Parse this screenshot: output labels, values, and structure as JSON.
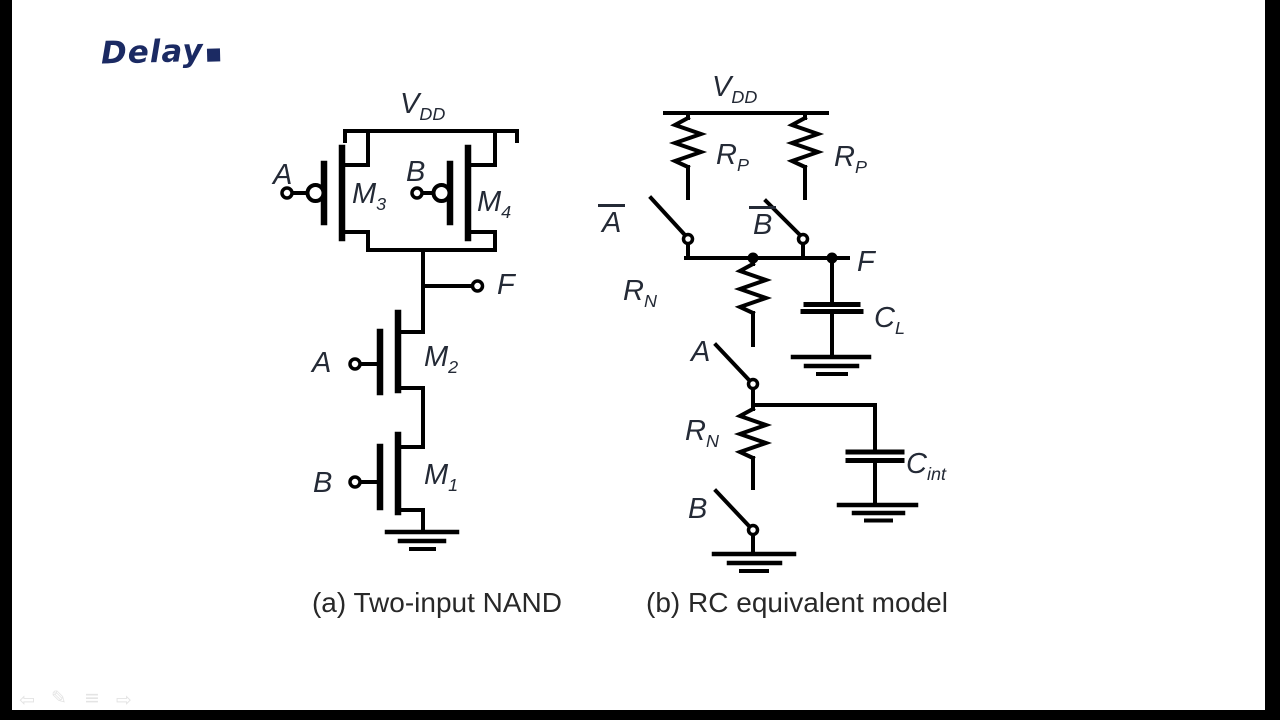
{
  "canvas": {
    "handwriting_note": "Delay",
    "background": "#ffffff",
    "letterbox_color": "#000000",
    "ink_color": "#1b2a63"
  },
  "figure": {
    "panel_a": {
      "caption": "(a) Two-input NAND",
      "supply_label": {
        "base": "V",
        "sub": "DD"
      },
      "output_label": "F",
      "transistors": [
        {
          "name": {
            "base": "M",
            "sub": "3"
          },
          "type": "pmos",
          "gate_input": "A"
        },
        {
          "name": {
            "base": "M",
            "sub": "4"
          },
          "type": "pmos",
          "gate_input": "B"
        },
        {
          "name": {
            "base": "M",
            "sub": "2"
          },
          "type": "nmos",
          "gate_input": "A"
        },
        {
          "name": {
            "base": "M",
            "sub": "1"
          },
          "type": "nmos",
          "gate_input": "B"
        }
      ]
    },
    "panel_b": {
      "caption": "(b) RC equivalent model",
      "supply_label": {
        "base": "V",
        "sub": "DD"
      },
      "output_label": "F",
      "resistors": [
        {
          "name": {
            "base": "R",
            "sub": "P"
          }
        },
        {
          "name": {
            "base": "R",
            "sub": "P"
          }
        },
        {
          "name": {
            "base": "R",
            "sub": "N"
          }
        },
        {
          "name": {
            "base": "R",
            "sub": "N"
          }
        }
      ],
      "capacitors": [
        {
          "name": {
            "base": "C",
            "sub": "L"
          }
        },
        {
          "name": {
            "base": "C",
            "sub": "int"
          }
        }
      ],
      "switches": [
        {
          "label": "A",
          "inverted": true
        },
        {
          "label": "B",
          "inverted": true
        },
        {
          "label": "A",
          "inverted": false
        },
        {
          "label": "B",
          "inverted": false
        }
      ]
    }
  },
  "toolbar": {
    "icon_color": "#e4e4e4",
    "icons": [
      {
        "name": "back-arrow",
        "glyph": "⇦"
      },
      {
        "name": "pencil",
        "glyph": "✎"
      },
      {
        "name": "list",
        "glyph": "≡"
      },
      {
        "name": "forward-arrow",
        "glyph": "⇨"
      }
    ]
  }
}
